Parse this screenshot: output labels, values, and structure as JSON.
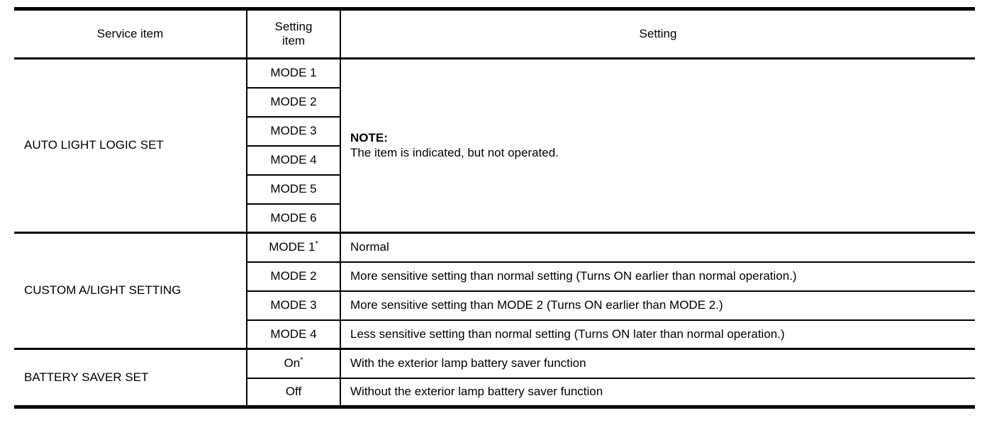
{
  "table": {
    "headers": {
      "service_item": "Service item",
      "setting_item": "Setting item",
      "setting": "Setting"
    },
    "sections": [
      {
        "service_item": "AUTO LIGHT LOGIC SET",
        "note": {
          "title": "NOTE:",
          "body": "The item is indicated, but not operated."
        },
        "rows": [
          {
            "setting_item": "MODE 1"
          },
          {
            "setting_item": "MODE 2"
          },
          {
            "setting_item": "MODE 3"
          },
          {
            "setting_item": "MODE 4"
          },
          {
            "setting_item": "MODE 5"
          },
          {
            "setting_item": "MODE 6"
          }
        ]
      },
      {
        "service_item": "CUSTOM A/LIGHT SETTING",
        "rows": [
          {
            "setting_item": "MODE 1",
            "asterisk": "*",
            "setting": "Normal"
          },
          {
            "setting_item": "MODE 2",
            "setting": "More sensitive setting than normal setting (Turns ON earlier than normal operation.)"
          },
          {
            "setting_item": "MODE 3",
            "setting": "More sensitive setting than MODE 2 (Turns ON earlier than MODE 2.)"
          },
          {
            "setting_item": "MODE 4",
            "setting": "Less sensitive setting than normal setting (Turns ON later than normal operation.)"
          }
        ]
      },
      {
        "service_item": "BATTERY SAVER SET",
        "rows": [
          {
            "setting_item": "On",
            "asterisk": "*",
            "setting": "With the exterior lamp battery saver function"
          },
          {
            "setting_item": "Off",
            "setting": "Without the exterior lamp battery saver function"
          }
        ]
      }
    ]
  }
}
